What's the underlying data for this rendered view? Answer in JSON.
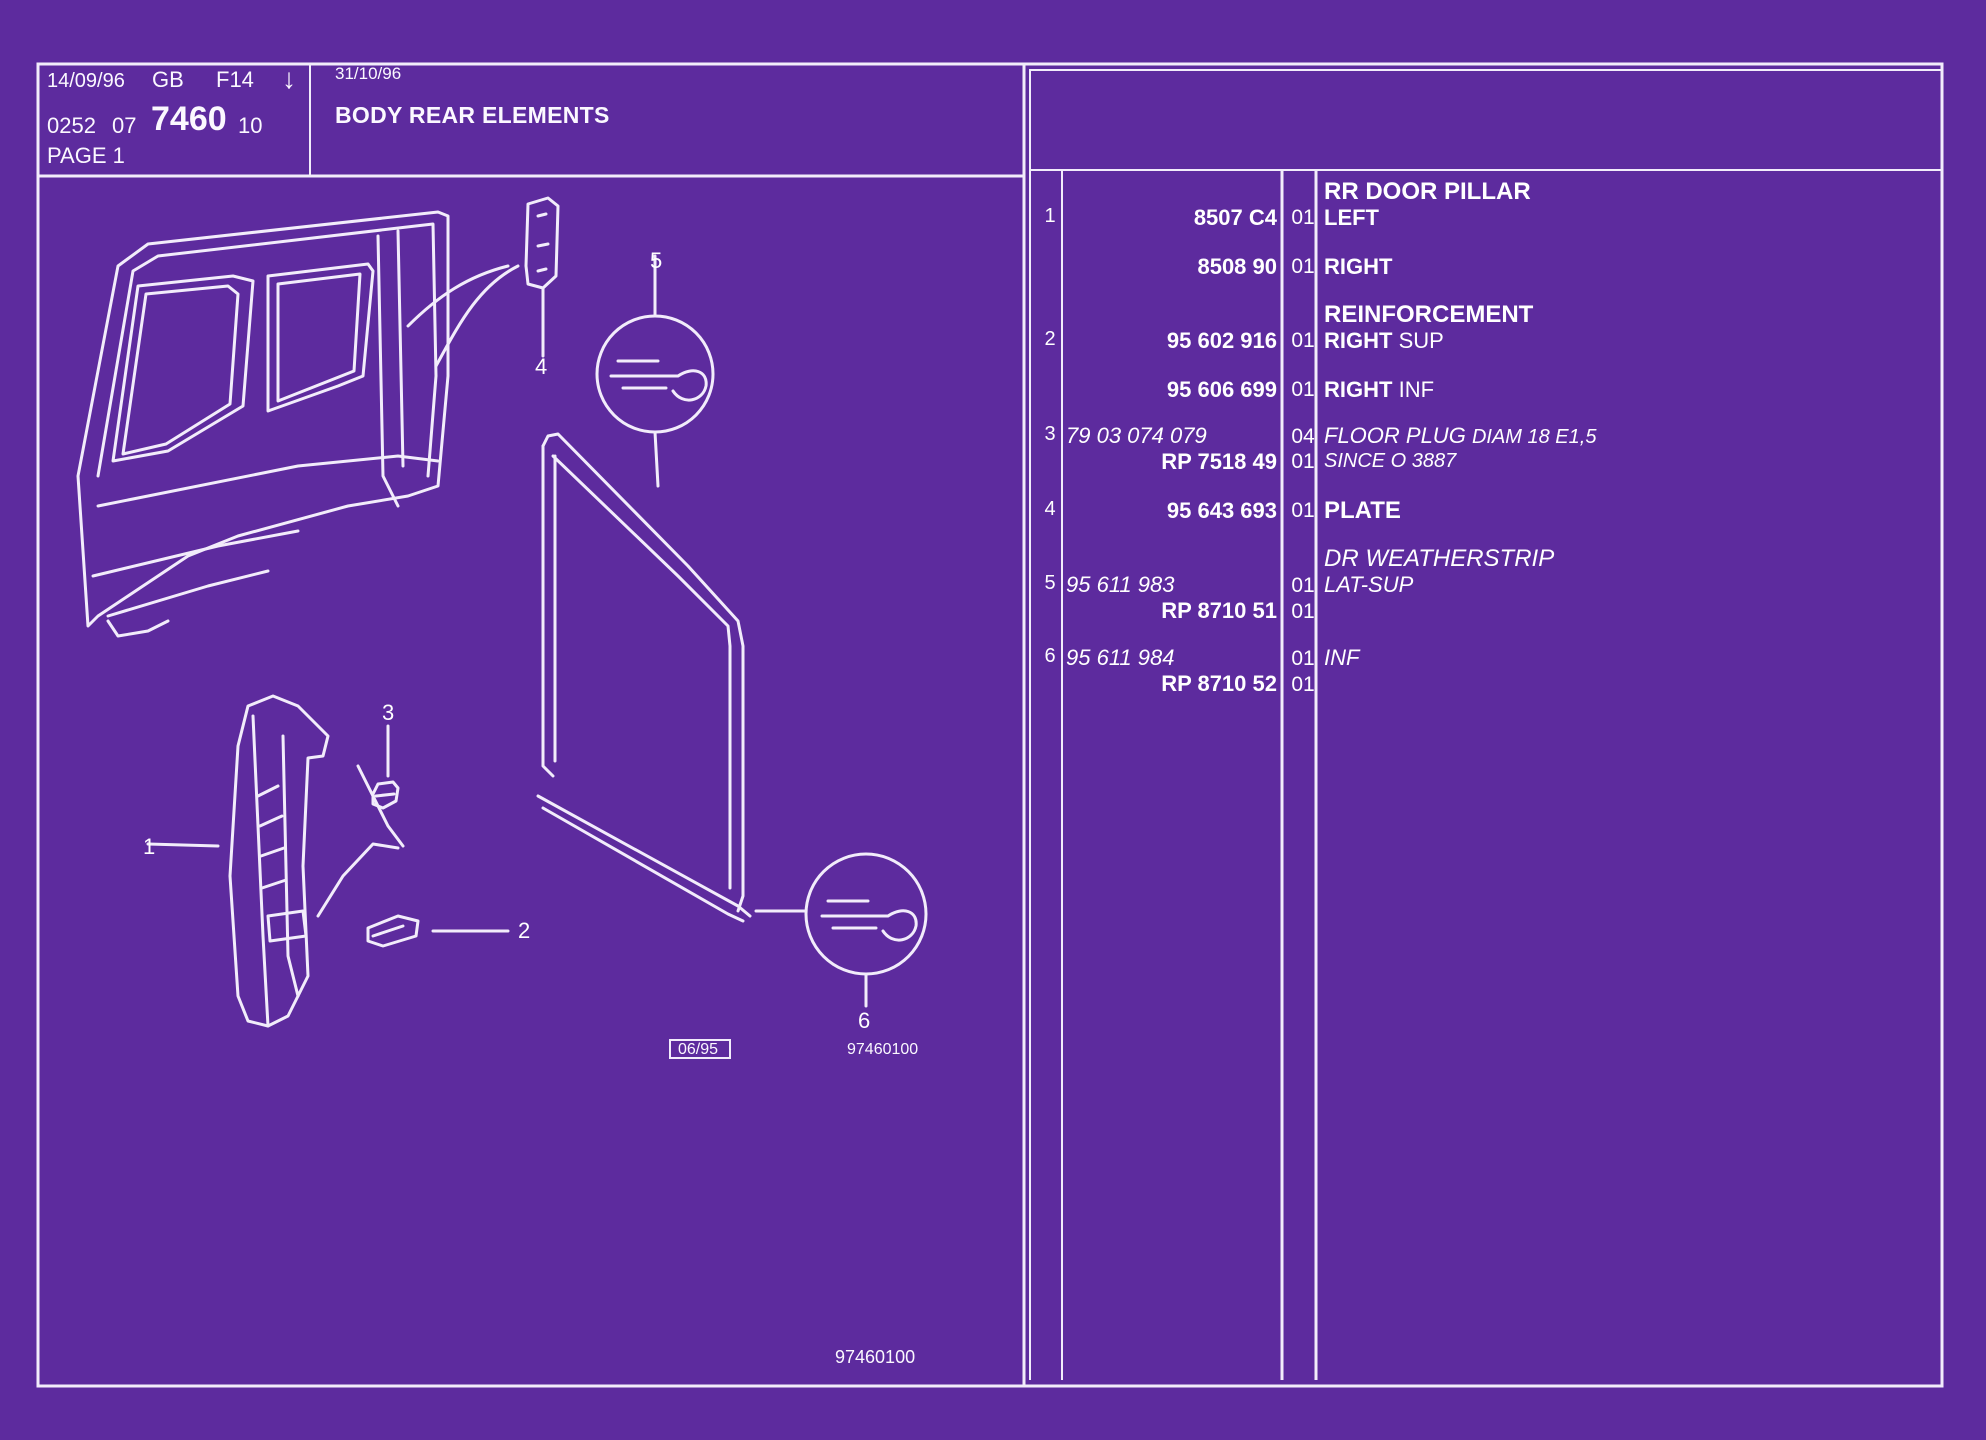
{
  "header": {
    "date1": "14/09/96",
    "lang": "GB",
    "code": "F14",
    "arrow": "↓",
    "num_a": "0252",
    "num_b": "07",
    "num_main": "7460",
    "num_c": "10",
    "page": "PAGE 1",
    "date2": "31/10/96",
    "title": "BODY REAR ELEMENTS"
  },
  "drawing": {
    "callouts": [
      "1",
      "2",
      "3",
      "4",
      "5",
      "6"
    ],
    "date_box": "06/95",
    "ref_code": "97460100",
    "footer_code": "97460100"
  },
  "parts": [
    {
      "ref": "",
      "part": "",
      "qty": "",
      "desc": "RR DOOR PILLAR"
    },
    {
      "ref": "1",
      "part": "8507 C4",
      "qty": "01",
      "desc": "LEFT"
    },
    {
      "ref": "",
      "part": "8508 90",
      "qty": "01",
      "desc": "RIGHT"
    },
    {
      "ref": "",
      "part": "",
      "qty": "",
      "desc": "REINFORCEMENT"
    },
    {
      "ref": "2",
      "part": "95 602 916",
      "qty": "01",
      "desc": "RIGHT",
      "desc2": "SUP"
    },
    {
      "ref": "",
      "part": "95 606 699",
      "qty": "01",
      "desc": "RIGHT",
      "desc2": "INF"
    },
    {
      "ref": "3",
      "part": "79 03 074 079",
      "qty": "04",
      "desc": "FLOOR PLUG",
      "desc2": "DIAM 18 E1,5"
    },
    {
      "ref": "",
      "part": "RP  7518 49",
      "qty": "01",
      "desc": "SINCE  O  3887"
    },
    {
      "ref": "4",
      "part": "95 643 693",
      "qty": "01",
      "desc": "PLATE"
    },
    {
      "ref": "",
      "part": "",
      "qty": "",
      "desc": "DR WEATHERSTRIP"
    },
    {
      "ref": "5",
      "part": "95 611 983",
      "qty": "01",
      "desc": "LAT-SUP"
    },
    {
      "ref": "",
      "part": "RP  8710 51",
      "qty": "01",
      "desc": ""
    },
    {
      "ref": "6",
      "part": "95 611 984",
      "qty": "01",
      "desc": "INF"
    },
    {
      "ref": "",
      "part": "RP  8710 52",
      "qty": "01",
      "desc": ""
    }
  ],
  "colors": {
    "background": "#5d2b9e",
    "ink": "#f2ecfb"
  }
}
